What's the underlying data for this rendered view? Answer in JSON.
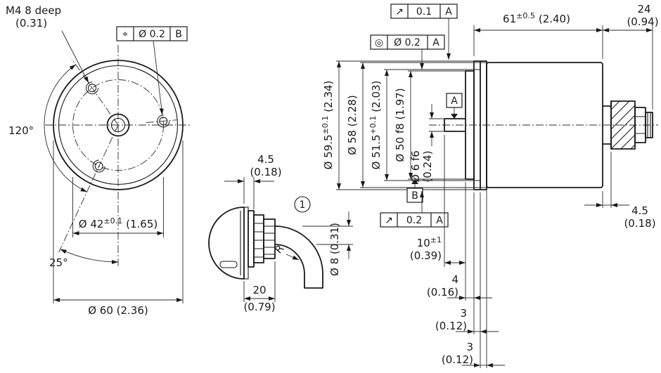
{
  "front": {
    "m4_line1": "M4 8 deep",
    "m4_line2": "(0.31)",
    "fcf_position": {
      "sym": "⌖",
      "val": "Ø 0.2",
      "datum": "B"
    },
    "angle_120": "120°",
    "angle_25": "25°",
    "bolt_circle": {
      "val": "Ø 42",
      "tol": "±0.1",
      "inch": "(1.65)"
    },
    "outer": "Ø 60 (2.36)"
  },
  "cable": {
    "w45": "4.5",
    "w45_in": "(0.18)",
    "item": "1",
    "r": "R",
    "dia8": "Ø 8 (0.31)",
    "l20": "20",
    "l20_in": "(0.79)"
  },
  "side": {
    "fcf_runout_top": {
      "sym": "↗",
      "val": "0.1",
      "datum": "A"
    },
    "fcf_concentric": {
      "sym": "◎",
      "val": "Ø 0.2",
      "datum": "A"
    },
    "fcf_runout_face": {
      "sym": "↗",
      "val": "0.2",
      "datum": "A"
    },
    "l61": {
      "val": "61",
      "tol": "±0.5",
      "inch": "(2.40)"
    },
    "l24": "24",
    "l24_in": "(0.94)",
    "d595": {
      "val": "Ø 59.5",
      "tol": "±0.1",
      "inch": "(2.34)"
    },
    "d58": "Ø 58 (2.28)",
    "d515": {
      "val": "Ø 51.5",
      "tol": "+0.1",
      "inch": "(2.03)"
    },
    "d50": "Ø 50 f8 (1.97)",
    "d6": "Ø 6 f6",
    "d6_in": "(0.24)",
    "datumA": "A",
    "datumB": "B",
    "l10": {
      "val": "10",
      "tol": "±1",
      "inch": "(0.39)"
    },
    "l4": "4",
    "l4_in": "(0.16)",
    "l3a": "3",
    "l3a_in": "(0.12)",
    "l3b": "3",
    "l3b_in": "(0.12)",
    "l45": "4.5",
    "l45_in": "(0.18)"
  }
}
